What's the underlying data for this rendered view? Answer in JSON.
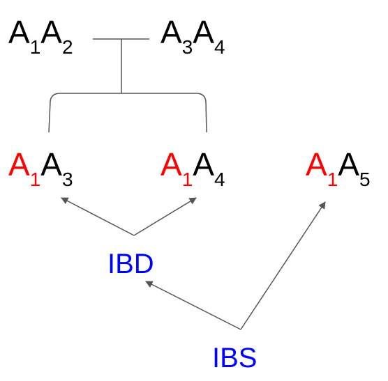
{
  "colors": {
    "text": "#000000",
    "highlight": "#ff0000",
    "label": "#0000ff",
    "line": "#555555"
  },
  "parents": {
    "left": {
      "a": "A",
      "a_sub": "1",
      "b": "A",
      "b_sub": "2"
    },
    "right": {
      "a": "A",
      "a_sub": "3",
      "b": "A",
      "b_sub": "4"
    }
  },
  "offspring": [
    {
      "a": "A",
      "a_sub": "1",
      "b": "A",
      "b_sub": "3"
    },
    {
      "a": "A",
      "a_sub": "1",
      "b": "A",
      "b_sub": "4"
    },
    {
      "a": "A",
      "a_sub": "1",
      "b": "A",
      "b_sub": "5"
    }
  ],
  "labels": {
    "ibd": "IBD",
    "ibs": "IBS"
  }
}
